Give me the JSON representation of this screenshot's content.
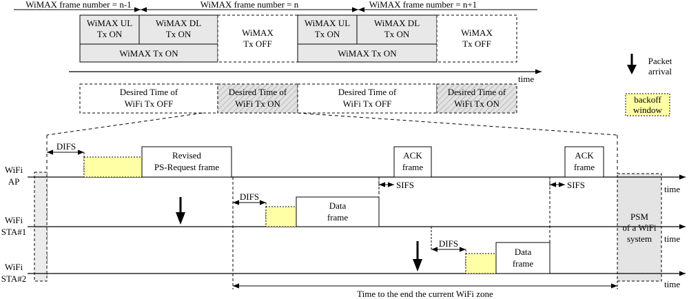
{
  "frame_numbers": {
    "n_minus_1": "WiMAX frame number = n-1",
    "n": "WiMAX frame number = n",
    "n_plus_1": "WiMAX frame number = n+1"
  },
  "wimax": {
    "ul_line1": "WiMAX UL",
    "dl_line1": "WiMAX DL",
    "tx_on": "Tx ON",
    "off_line1": "WiMAX",
    "off_line2": "Tx OFF",
    "tx_on_full": "WiMAX Tx ON"
  },
  "time_label": "time",
  "desired": {
    "line1": "Desired Time of",
    "off_line2": "WiFi Tx OFF",
    "on_line2": "WiFi Tx ON"
  },
  "legend": {
    "packet_line1": "Packet",
    "packet_line2": "arrival",
    "backoff_line1": "backoff",
    "backoff_line2": "window"
  },
  "rows": {
    "ap_line1": "WiFi",
    "ap_line2": "AP",
    "sta1_line1": "WiFi",
    "sta1_line2": "STA#1",
    "sta2_line1": "WiFi",
    "sta2_line2": "STA#2"
  },
  "frames": {
    "difs": "DIFS",
    "sifs": "SIFS",
    "revised_line1": "Revised",
    "revised_line2": "PS-Request frame",
    "ack_line1": "ACK",
    "ack_line2": "frame",
    "data_line1": "Data",
    "data_line2": "frame"
  },
  "psm": {
    "line1": "PSM",
    "line2": "of a WiFi",
    "line3": "system"
  },
  "bottom_label": "Time to the end the current WiFi zone",
  "colors": {
    "backoff_fill": "#ffffa6",
    "wimax_on_fill": "#e8e8e8",
    "psm_fill": "#e4e4e4",
    "side_fill": "#ececec"
  }
}
